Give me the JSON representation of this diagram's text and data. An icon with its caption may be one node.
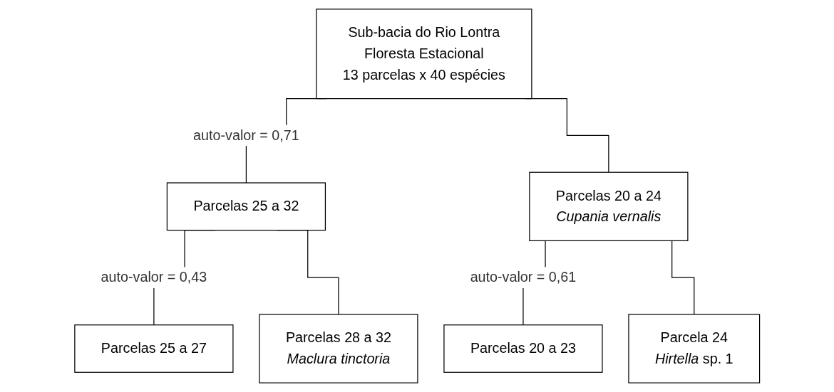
{
  "diagram": {
    "nodes": [
      {
        "text": [
          "Sub-bacia do Rio Lontra",
          "Floresta Estacional",
          "13 parcelas x 40 espécies"
        ]
      },
      {
        "text": [
          "Parcelas 25 a 32"
        ]
      },
      {
        "text": [
          "Parcelas 20 a 24",
          "Cupania vernalis"
        ]
      },
      {
        "text": [
          "Parcelas 25 a 27"
        ]
      },
      {
        "text": [
          "Parcelas 28 a 32",
          "Maclura tinctoria"
        ]
      },
      {
        "text": [
          "Parcelas 20 a 23"
        ]
      },
      {
        "text": [
          "Parcela 24",
          "*Hirtella* sp. 1"
        ]
      }
    ],
    "edges": [
      {
        "from": 0,
        "to": 1,
        "arrow": "none",
        "label": "auto-valor = 0,71"
      },
      {
        "from": 0,
        "to": 2,
        "arrow": "none"
      },
      {
        "from": 1,
        "to": 3,
        "arrow": "none",
        "label": "auto-valor = 0,43"
      },
      {
        "from": 1,
        "to": 4,
        "arrow": "none"
      },
      {
        "from": 2,
        "to": 5,
        "arrow": "none",
        "label": "auto-valor = 0,61"
      },
      {
        "from": 2,
        "to": 6,
        "arrow": "none"
      }
    ]
  }
}
